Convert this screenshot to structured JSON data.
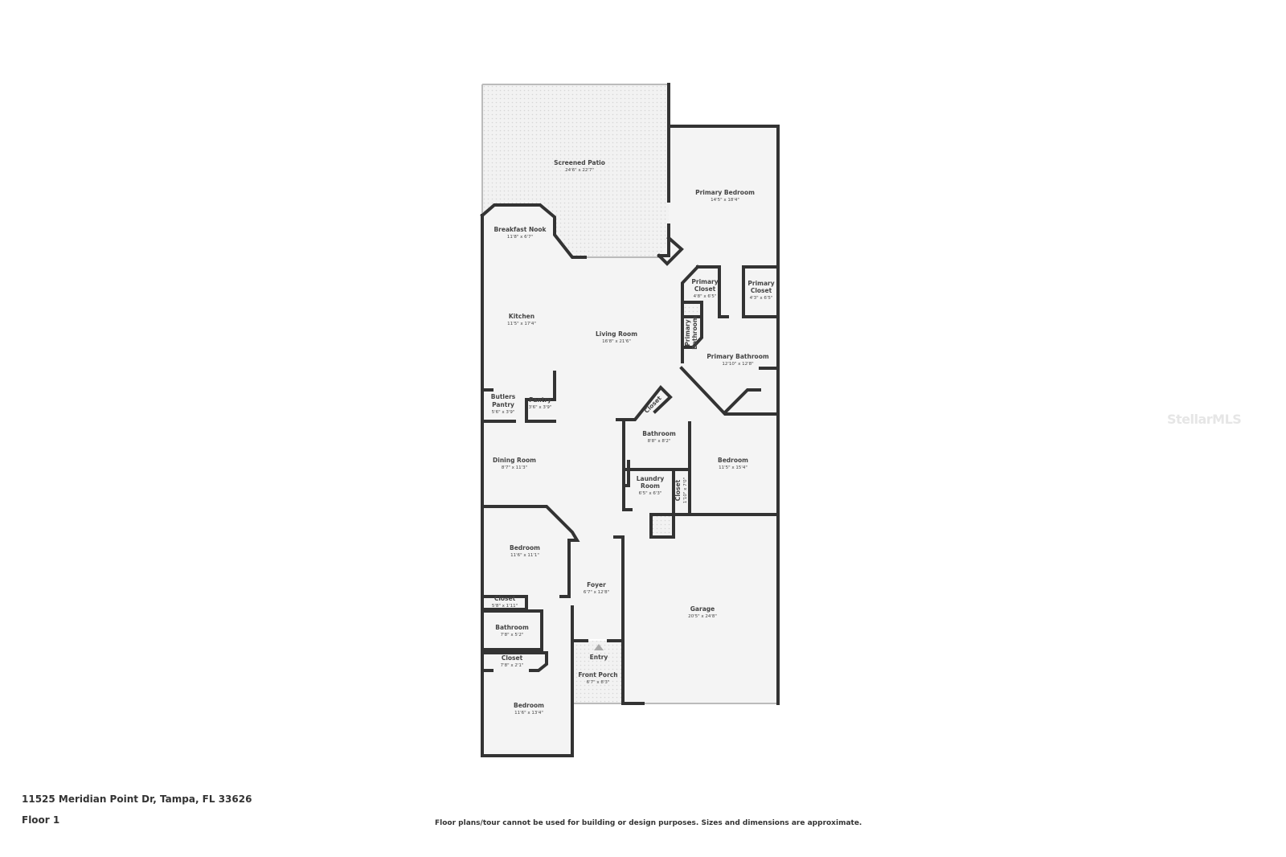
{
  "address": "11525 Meridian Point Dr, Tampa, FL 33626",
  "floor_label": "Floor 1",
  "disclaimer": "Floor plans/tour cannot be used for building or design purposes. Sizes and dimensions are approximate.",
  "watermark": "StellarMLS",
  "rooms": {
    "screened_patio": {
      "name": "Screened Patio",
      "dims": "24'6\" x 22'7\""
    },
    "primary_bedroom": {
      "name": "Primary Bedroom",
      "dims": "14'5\" x 18'4\""
    },
    "breakfast_nook": {
      "name": "Breakfast Nook",
      "dims": "11'8\" x 6'7\""
    },
    "primary_closet_1": {
      "name1": "Primary",
      "name2": "Closet",
      "dims": "4'8\" x 6'5\""
    },
    "primary_closet_2": {
      "name1": "Primary",
      "name2": "Closet",
      "dims": "4'3\" x 6'5\""
    },
    "kitchen": {
      "name": "Kitchen",
      "dims": "11'5\" x 17'4\""
    },
    "living_room": {
      "name": "Living Room",
      "dims": "16'8\" x 21'6\""
    },
    "primary_bathroom_small": {
      "name1": "Primary",
      "name2": "Bathroom"
    },
    "primary_bathroom": {
      "name": "Primary Bathroom",
      "dims": "12'10\" x 12'8\""
    },
    "butlers_pantry": {
      "name1": "Butlers",
      "name2": "Pantry",
      "dims": "5'6\" x 3'9\""
    },
    "pantry": {
      "name": "Pantry",
      "dims": "3'6\" x 3'9\""
    },
    "closet_angled": {
      "name": "Closet"
    },
    "bathroom_center": {
      "name": "Bathroom",
      "dims": "8'8\" x 8'2\""
    },
    "dining_room": {
      "name": "Dining Room",
      "dims": "8'7\" x 11'3\""
    },
    "bedroom_right": {
      "name": "Bedroom",
      "dims": "11'5\" x 15'4\""
    },
    "laundry_room": {
      "name1": "Laundry",
      "name2": "Room",
      "dims": "6'5\" x 6'3\""
    },
    "closet_laundry": {
      "name": "Closet",
      "dims": "1'10\" x 7'0\""
    },
    "bedroom_left": {
      "name": "Bedroom",
      "dims": "11'6\" x 11'1\""
    },
    "foyer": {
      "name": "Foyer",
      "dims": "6'7\" x 12'8\""
    },
    "garage": {
      "name": "Garage",
      "dims": "20'5\" x 24'8\""
    },
    "closet_left": {
      "name": "Closet",
      "dims": "5'8\" x 1'11\""
    },
    "bathroom_left": {
      "name": "Bathroom",
      "dims": "7'8\" x 5'2\""
    },
    "entry": {
      "name": "Entry"
    },
    "closet_lower": {
      "name": "Closet",
      "dims": "7'8\" x 2'1\""
    },
    "front_porch": {
      "name": "Front Porch",
      "dims": "6'7\" x 8'3\""
    },
    "bedroom_bottom": {
      "name": "Bedroom",
      "dims": "11'6\" x 13'4\""
    }
  }
}
